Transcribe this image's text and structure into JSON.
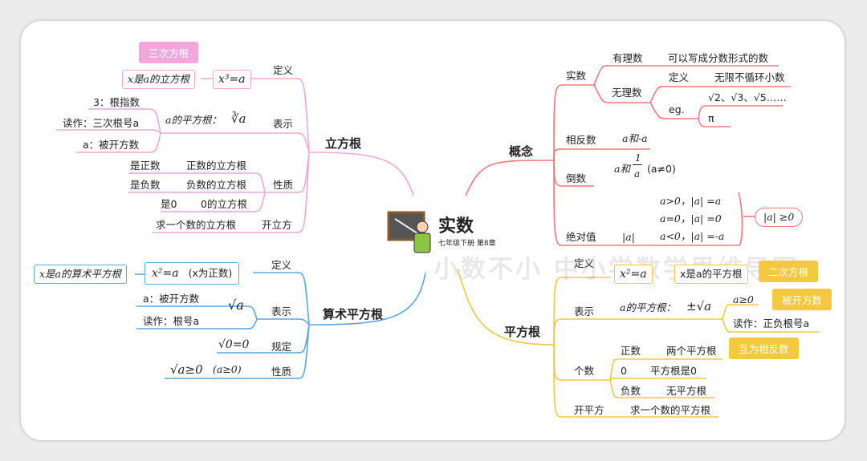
{
  "center": {
    "title": "实数",
    "subtitle": "七年级下册 第8章"
  },
  "watermark": "小数不小 中小学数学思维导图",
  "colors": {
    "concept": "#f07b7b",
    "square": "#f5c842",
    "cube": "#f0a8dc",
    "arith": "#5aa9e0"
  },
  "concept": {
    "title": "概念",
    "real": "实数",
    "rational": "有理数",
    "rational_desc": "可以写成分数形式的数",
    "irrational": "无理数",
    "def": "定义",
    "def_desc": "无限不循环小数",
    "eg": "eg.",
    "eg_vals": "√2、√3、√5……",
    "pi": "π",
    "opposite": "相反数",
    "opposite_val": "a和-a",
    "reciprocal": "倒数",
    "reciprocal_pre": "a和",
    "reciprocal_num": "1",
    "reciprocal_den": "a",
    "reciprocal_cond": "(a≠0)",
    "abs": "绝对值",
    "abs_sym": "|a|",
    "abs_cases": [
      "a>0，|a| =a",
      "a=0，|a| =0",
      "a<0，|a| =-a"
    ],
    "abs_result": "|a| ≥0"
  },
  "square": {
    "title": "平方根",
    "def": "定义",
    "def_formula": "x²=a",
    "def_desc": "x是a的平方根",
    "tag_def": "二次方根",
    "notation": "表示",
    "notation_desc": "a的平方根：",
    "notation_formula": "±√a",
    "radicand": "a≥0",
    "tag_radicand": "被开方数",
    "reading": "读作：正负根号a",
    "count": "个数",
    "positive": "正数",
    "positive_desc": "两个平方根",
    "tag_opposite": "互为相反数",
    "zero": "0",
    "zero_desc": "平方根是0",
    "negative": "负数",
    "negative_desc": "无平方根",
    "extract": "开平方",
    "extract_desc": "求一个数的平方根"
  },
  "cube": {
    "title": "立方根",
    "tag": "三次方根",
    "def": "定义",
    "def_desc": "x是a的立方根",
    "def_formula": "x³=a",
    "notation": "表示",
    "notation_desc": "a的平方根：",
    "notation_formula": "∛a",
    "index": "3：根指数",
    "reading": "读作：三次根号a",
    "radicand": "a：被开方数",
    "property": "性质",
    "pos": "是正数",
    "pos_desc": "正数的立方根",
    "neg": "是负数",
    "neg_desc": "负数的立方根",
    "zero": "是0",
    "zero_desc": "0的立方根",
    "extract": "开立方",
    "extract_desc": "求一个数的立方根"
  },
  "arith": {
    "title": "算术平方根",
    "def": "定义",
    "def_formula": "x²=a",
    "def_cond": "(x为正数)",
    "def_desc": "x是a的算术平方根",
    "notation": "表示",
    "notation_formula": "√a",
    "radicand": "a：被开方数",
    "reading": "读作：根号a",
    "rule": "规定",
    "rule_formula": "√0=0",
    "property": "性质",
    "property_formula": "√a≥0",
    "property_cond": "(a≥0)"
  }
}
